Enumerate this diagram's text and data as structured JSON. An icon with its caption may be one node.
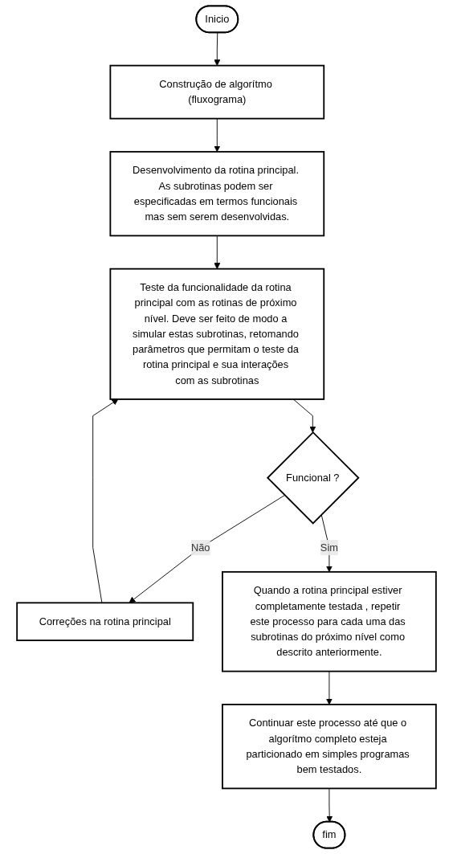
{
  "diagram": {
    "nodes": [
      {
        "text": [
          "Inicio"
        ]
      },
      {
        "text": [
          "Construção de algorítmo (fluxograma)"
        ]
      },
      {
        "text": [
          "Desenvolvimento da rotina principal. As subrotinas podem ser especificadas em termos funcionais mas sem serem desenvolvidas."
        ]
      },
      {
        "text": [
          "Teste da funcionalidade da rotina principal com as rotinas de próximo nível. Deve ser feito de modo a simular estas subrotinas, retomando parâmetros que permitam o teste da rotina principal e sua interações com as subrotinas"
        ]
      },
      {
        "text": [
          "Funcional ?"
        ]
      },
      {
        "text": [
          "Correções na rotina principal"
        ]
      },
      {
        "text": [
          "Quando a rotina principal estiver completamente testada , repetir este processo para cada uma das subrotinas do próximo nível como descrito anteriormente."
        ]
      },
      {
        "text": [
          "Continuar este processo até que o algorítmo completo esteja particionado em simples programas bem testados."
        ]
      },
      {
        "text": [
          "fim"
        ]
      }
    ],
    "edges": [
      {
        "from": 0,
        "to": 1,
        "arrow": "to"
      },
      {
        "from": 1,
        "to": 2,
        "arrow": "to"
      },
      {
        "from": 2,
        "to": 3,
        "arrow": "to"
      },
      {
        "from": 3,
        "to": 4,
        "arrow": "to"
      },
      {
        "from": 4,
        "to": 5,
        "arrow": "to",
        "label": "Não"
      },
      {
        "from": 4,
        "to": 6,
        "arrow": "to",
        "label": "Sim"
      },
      {
        "from": 5,
        "to": 3,
        "arrow": "to"
      },
      {
        "from": 6,
        "to": 7,
        "arrow": "to"
      },
      {
        "from": 7,
        "to": 8,
        "arrow": "to"
      }
    ]
  }
}
